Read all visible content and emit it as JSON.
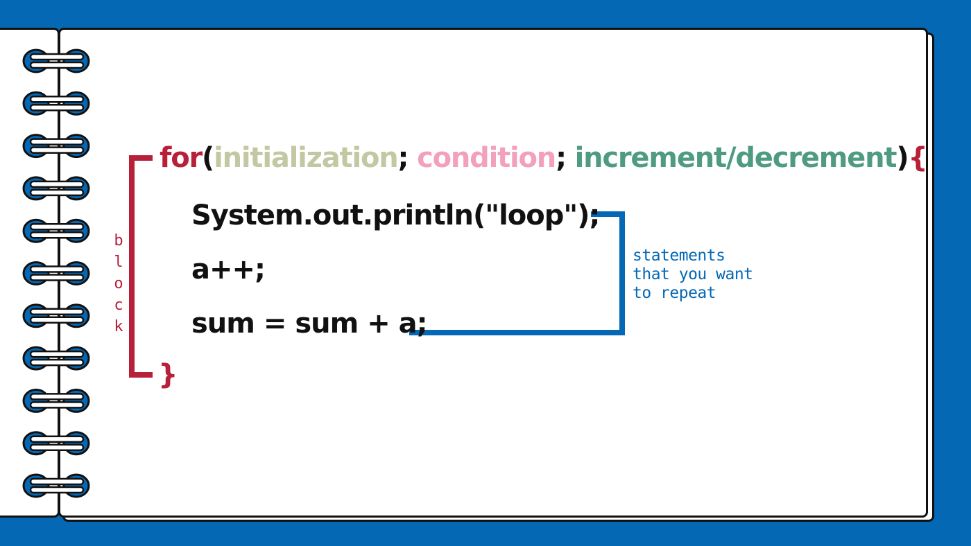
{
  "code": {
    "for_keyword": "for",
    "open_paren": "(",
    "initialization": "initialization",
    "semicolon": ";",
    "condition": "condition",
    "increment": "increment/decrement",
    "close_paren": ")",
    "open_brace": "{",
    "statements": [
      "System.out.println(\"loop\");",
      "a++;",
      "sum = sum + a;"
    ],
    "close_brace": "}"
  },
  "labels": {
    "block_letters": [
      "b",
      "l",
      "o",
      "c",
      "k"
    ],
    "annotation_lines": [
      "statements",
      "that you want",
      "to repeat"
    ]
  },
  "colors": {
    "background": "#0568b4",
    "keyword": "#b8203a",
    "initialization": "#c3c7a2",
    "condition": "#f3a0bd",
    "increment": "#4f9b82",
    "annotation": "#0568b4"
  },
  "icons": {
    "binding": "spiral-ring-icon"
  }
}
